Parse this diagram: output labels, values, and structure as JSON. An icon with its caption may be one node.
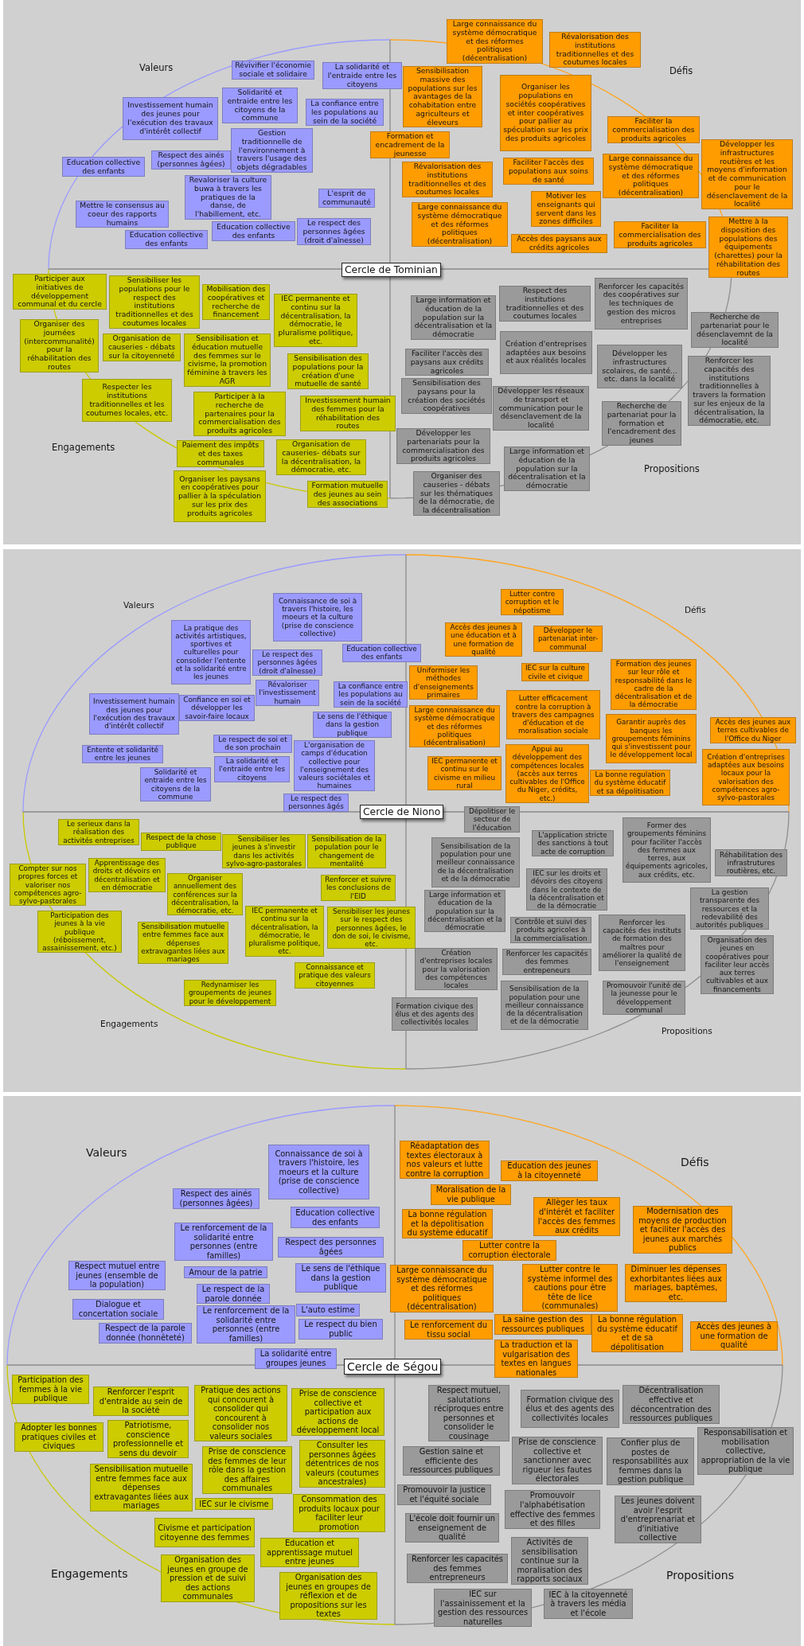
{
  "diagram": {
    "nodes": [
      {
        "text": [
          "Cercle de Tominian"
        ]
      },
      {
        "text": [
          "Révivifier l'économie sociale et solidaire"
        ]
      },
      {
        "text": [
          "La solidarité et l'entraide entre les citoyens"
        ]
      },
      {
        "text": [
          "Investissement humain des jeunes pour l'exécution des travaux d'intérêt collectif"
        ]
      },
      {
        "text": [
          "Solidarité et entraide entre les citoyens de la commune"
        ]
      },
      {
        "text": [
          "La confiance entre les populations au sein de la société"
        ]
      },
      {
        "text": [
          "Education collective des enfants"
        ]
      },
      {
        "text": [
          "Respect des ainés (personnes âgées)"
        ]
      },
      {
        "text": [
          "Gestion traditionnelle de l'environnement à travers l'usage des objets dégradables"
        ]
      },
      {
        "text": [
          "Revaloriser la culture buwa à travers les pratiques de la danse, de l'habillement, etc."
        ]
      },
      {
        "text": [
          "L'esprit de communauté"
        ]
      },
      {
        "text": [
          "Mettre le consensus au coeur des rapports humains"
        ]
      },
      {
        "text": [
          "Education collective des enfants"
        ]
      },
      {
        "text": [
          "Le respect des personnes âgées (droit d'aînesse)"
        ]
      },
      {
        "text": [
          "Education collective des enfants"
        ]
      },
      {
        "text": [
          "Large connaissance du système démocratique et des réformes politiques (décentralisation)"
        ]
      },
      {
        "text": [
          "Révalorisation des institutions traditionnelles et des coutumes locales"
        ]
      },
      {
        "text": [
          "Sensibilisation massive des populations sur les avantages de la cohabitation entre agriculteurs et éleveurs"
        ]
      },
      {
        "text": [
          "Organiser les populations en sociétés coopératives et inter coopératives pour pallier au spéculation sur les prix des produits agricoles"
        ]
      },
      {
        "text": [
          "Faciliter la commercialisation des produits agricoles"
        ]
      },
      {
        "text": [
          "Formation et encadrement de la jeunesse"
        ]
      },
      {
        "text": [
          "Révalorisation des institutions traditionnelles et des coutumes locales"
        ]
      },
      {
        "text": [
          "Faciliter l'accès des populations aux soins de santé"
        ]
      },
      {
        "text": [
          "Large connaissance du système démocratique et des réformes politiques (décentralisation)"
        ]
      },
      {
        "text": [
          "Développer les infrastructures routières et les moyens d'information et de communication pour le désenclavement de la localité"
        ]
      },
      {
        "text": [
          "Motiver les enseignants qui servent dans les zones difficiles"
        ]
      },
      {
        "text": [
          "Large connaissance du système démocratique et des réformes politiques (décentralisation)"
        ]
      },
      {
        "text": [
          "Accès des paysans aux crédits agricoles"
        ]
      },
      {
        "text": [
          "Faciliter la commercialisation des produits agricoles"
        ]
      },
      {
        "text": [
          "Mettre à la disposition des populations des équipements (charettes) pour la réhabilitation des routes"
        ]
      },
      {
        "text": [
          "Participer aux initiatives de développement communal et du cercle"
        ]
      },
      {
        "text": [
          "Sensibiliser les populations pour le respect des institutions traditionnelles et des coutumes locales"
        ]
      },
      {
        "text": [
          "Mobilisation des coopératives et recherche de financement"
        ]
      },
      {
        "text": [
          "IEC permanente et continu sur la décentralisation, la démocratie, le pluralisme politique, etc."
        ]
      },
      {
        "text": [
          "Organiser des journées (intercommunalité) pour la réhabilitation des routes"
        ]
      },
      {
        "text": [
          "Organisation de causeries - débats sur la citoyenneté"
        ]
      },
      {
        "text": [
          "Sensibilisation et éducation mutuelle des femmes sur le civisme, la promotion féminine à travers les AGR"
        ]
      },
      {
        "text": [
          "Sensibilisation des populations pour la création d'une mutuelle de santé"
        ]
      },
      {
        "text": [
          "Respecter les institutions traditionnelles et les coutumes locales, etc."
        ]
      },
      {
        "text": [
          "Participer à la recherche de partenaires pour la commercialisation des produits agricoles"
        ]
      },
      {
        "text": [
          "Investissement humain des femmes pour la réhabilitation des routes"
        ]
      },
      {
        "text": [
          "Paiement des impôts et des taxes communales"
        ]
      },
      {
        "text": [
          "Organisation de causeries- débats sur la décentralisation, la démocratie, etc."
        ]
      },
      {
        "text": [
          "Organiser les paysans en coopératives pour pallier à la spéculation sur les prix des produits agricoles"
        ]
      },
      {
        "text": [
          "Formation mutuelle des jeunes au sein des associations"
        ]
      },
      {
        "text": [
          "Large information et éducation de la population sur la décentralisation et la démocratie"
        ]
      },
      {
        "text": [
          "Respect des institutions traditionnelles et des coutumes locales"
        ]
      },
      {
        "text": [
          "Renforcer les capacités des coopératives sur les techniques de gestion des micros entreprises"
        ]
      },
      {
        "text": [
          "Recherche de partenariat pour le désenclavemnt de la localité"
        ]
      },
      {
        "text": [
          "Faciliter l'accès des paysans aux crédits agricoles"
        ]
      },
      {
        "text": [
          "Création d'entreprises adaptées aux besoins et aux réalités locales"
        ]
      },
      {
        "text": [
          "Développer les infrastructures scolaires, de santé... etc. dans la localité"
        ]
      },
      {
        "text": [
          "Renforcer les capacités des institutions traditionnelles à travers la formation sur les enjeux de la décentralisation, la démocratie, etc."
        ]
      },
      {
        "text": [
          "Sensibilisation des paysans pour la création des sociétés coopératives"
        ]
      },
      {
        "text": [
          "Développer les réseaux de transport et communication pour le désenclavement de la localité"
        ]
      },
      {
        "text": [
          "Recherche de partenariat pour la formation et l'encadrement des jeunes"
        ]
      },
      {
        "text": [
          "Développer les partenariats pour la commercialisation des produits agricoles"
        ]
      },
      {
        "text": [
          "Large information et éducation de la population sur la décentralisation et la démocratie"
        ]
      },
      {
        "text": [
          "Organiser des causeries - débats sur les thématiques de la démocratie, de la décentralisation"
        ]
      },
      {
        "text": [
          "Cercle de Niono"
        ]
      },
      {
        "text": [
          "Connaissance de soi à travers l'histoire, les moeurs et la culture (prise de conscience collective)"
        ]
      },
      {
        "text": [
          "La pratique des activités artistiques, sportives et culturelles pour consolider l'entente et la solidarité entre les jeunes"
        ]
      },
      {
        "text": [
          "Le respect des personnes âgées (droit d'aînesse)"
        ]
      },
      {
        "text": [
          "Education collective des enfants"
        ]
      },
      {
        "text": [
          "Investissement humain des jeunes pour l'exécution des travaux d'intérêt collectif"
        ]
      },
      {
        "text": [
          "Confiance en soi et développer les savoir-faire locaux"
        ]
      },
      {
        "text": [
          "Révaloriser l'investissement humain"
        ]
      },
      {
        "text": [
          "La confiance entre les populations au sein de la société"
        ]
      },
      {
        "text": [
          "Le sens de l'éthique dans la gestion publique"
        ]
      },
      {
        "text": [
          "Entente et solidarité entre les jeunes"
        ]
      },
      {
        "text": [
          "Le respect de soi et de son prochain"
        ]
      },
      {
        "text": [
          "L'organisation de camps d'éducation collective pour l'enseignement des valeurs sociétales et humaines"
        ]
      },
      {
        "text": [
          "Solidarité et entraide entre les citoyens de la commune"
        ]
      },
      {
        "text": [
          "La solidarité et l'entraide entre les citoyens"
        ]
      },
      {
        "text": [
          "Le respect des personnes âgés"
        ]
      },
      {
        "text": [
          "Lutter contre corruption et le népotisme"
        ]
      },
      {
        "text": [
          "Accès des jeunes à une éducation et à une formation de qualité"
        ]
      },
      {
        "text": [
          "Développer le partenariat inter-communal"
        ]
      },
      {
        "text": [
          "Uniformiser les méthodes d'enseignements primaires"
        ]
      },
      {
        "text": [
          "IEC sur la culture civile et civique"
        ]
      },
      {
        "text": [
          "Formation des jeunes sur leur rôle et responsabilité dans le cadre de la décentralisation et de la démocratie"
        ]
      },
      {
        "text": [
          "Large connaissance du système démocratique et des réformes politiques (décentralisation)"
        ]
      },
      {
        "text": [
          "Lutter efficacement contre la corruption à travers des campagnes d'éducation et de moralisation sociale"
        ]
      },
      {
        "text": [
          "Garantir auprès des banques les groupements féminins qui s'investissent pour le développement local"
        ]
      },
      {
        "text": [
          "Accès des jeunes aux terres cultivables de l'Office du Niger"
        ]
      },
      {
        "text": [
          "IEC permanente et continu sur le civisme en milieu rural"
        ]
      },
      {
        "text": [
          "Appui au développement des compétences locales (accès aux terres cultivables de l'Office du Niger, crédits, etc.)"
        ]
      },
      {
        "text": [
          "La bonne regulation du système éducatif et sa dépolitisation"
        ]
      },
      {
        "text": [
          "Création d'entreprises adaptées aux besoins locaux pour la valorisation des compétences agro-sylvo-pastorales"
        ]
      },
      {
        "text": [
          "Le serieux dans la réalisation des activités entreprises"
        ]
      },
      {
        "text": [
          "Respect de la chose publique"
        ]
      },
      {
        "text": [
          "Sensibiliser les jeunes à s'investir dans les activités sylvo-agro-pastorales"
        ]
      },
      {
        "text": [
          "Sensibilisation de la population pour le changement de mentalité"
        ]
      },
      {
        "text": [
          "Compter sur nos propres forces et valoriser nos compétences agro-sylvo-pastorales"
        ]
      },
      {
        "text": [
          "Apprentissage des droits et dévoirs en décentralisation et en démocratie"
        ]
      },
      {
        "text": [
          "Organiser annuellement des conférences sur la décentralisation, la démocratie, etc."
        ]
      },
      {
        "text": [
          "Renforcer et suivre les conclusions de l'EID"
        ]
      },
      {
        "text": [
          "Participation des jeunes à la vie publique (réboissement, assainissement, etc.)"
        ]
      },
      {
        "text": [
          "Sensibilisation mutuelle entre femmes face aux dépenses extravagantes liées aux mariages"
        ]
      },
      {
        "text": [
          "IEC permanente et continu sur la décentralisation, la démocratie, le pluralisme politique, etc."
        ]
      },
      {
        "text": [
          "Sensibiliser les jeunes sur le respect des personnes âgées, le don de soi, le civisme, etc."
        ]
      },
      {
        "text": [
          "Connaissance et pratique des valeurs citoyennes"
        ]
      },
      {
        "text": [
          "Redynamiser les groupements de jeunes pour le développement"
        ]
      },
      {
        "text": [
          "Dépolitiser le secteur de l'éducation"
        ]
      },
      {
        "text": [
          "L'application stricte des sanctions à tout acte de corruption"
        ]
      },
      {
        "text": [
          "Former des groupements féminins pour faciliter l'accès des femmes aux terres, aux équipements agricoles, aux crédits, etc."
        ]
      },
      {
        "text": [
          "Sensibilisation de la population pour une meilleur connaissance de la décentralisation et de la démocratie"
        ]
      },
      {
        "text": [
          "Réhabilitation des infrastrutures routières, etc."
        ]
      },
      {
        "text": [
          "IEC sur les droits et dévoirs des citoyens dans le contexte de la décentralisation et de la démocratie"
        ]
      },
      {
        "text": [
          "Large information et éducation de la population sur la décentralisation et la démocratie"
        ]
      },
      {
        "text": [
          "La gestion transparente des ressources et la redevabilité des autorités publiques"
        ]
      },
      {
        "text": [
          "Contrôle et suivi des produits agricoles à la commercialisation"
        ]
      },
      {
        "text": [
          "Renforcer les capacités des instituts de formation des maîtres pour améliorer la qualité de l'enseignement"
        ]
      },
      {
        "text": [
          "Organisation des jeunes en coopératives pour faciliter leur accès aux terres cultivables et aux financements"
        ]
      },
      {
        "text": [
          "Création d'entreprises locales pour la valorisation des compétences locales"
        ]
      },
      {
        "text": [
          "Renforcer les capacités des femmes entrepeneurs"
        ]
      },
      {
        "text": [
          "Sensibilisation de la population pour une meilleur connaissance de la décentralisation et de la démocratie"
        ]
      },
      {
        "text": [
          "Promouvoir l'unité de la jeunesse pour le développement communal"
        ]
      },
      {
        "text": [
          "Formation civique des élus et des agents des collectivités locales"
        ]
      },
      {
        "text": [
          "Cercle de Ségou"
        ]
      },
      {
        "text": [
          "Connaissance de soi à travers l'histoire, les moeurs et la culture (prise de conscience collective)"
        ]
      },
      {
        "text": [
          "Respect des ainés (personnes âgées)"
        ]
      },
      {
        "text": [
          "Education collective des enfants"
        ]
      },
      {
        "text": [
          "Le renforcement de la solidarité entre personnes (entre familles)"
        ]
      },
      {
        "text": [
          "Respect des personnes âgées"
        ]
      },
      {
        "text": [
          "Respect mutuel entre jeunes (ensemble de la population)"
        ]
      },
      {
        "text": [
          "Amour de la patrie"
        ]
      },
      {
        "text": [
          "Le sens de l'éthique dans la gestion publique"
        ]
      },
      {
        "text": [
          "Le respect de la parole donnée"
        ]
      },
      {
        "text": [
          "Dialogue et concertation sociale"
        ]
      },
      {
        "text": [
          "Le renforcement de la solidarité entre personnes (entre familles)"
        ]
      },
      {
        "text": [
          "L'auto estime"
        ]
      },
      {
        "text": [
          "Le respect du bien public"
        ]
      },
      {
        "text": [
          "Respect de la parole donnée (honnêteté)"
        ]
      },
      {
        "text": [
          "La solidarité entre groupes jeunes"
        ]
      },
      {
        "text": [
          "Réadaptation des textes électoraux à nos valeurs et lutte contre la corruption"
        ]
      },
      {
        "text": [
          "Education des jeunes à la citoyenneté"
        ]
      },
      {
        "text": [
          "Moralisation de la vie publique"
        ]
      },
      {
        "text": [
          "Allèger les taux d'intérêt et faciliter l'accès des femmes aux crédits"
        ]
      },
      {
        "text": [
          "Modernisation des moyens de production et faciliter l'accès des jeunes aux marchés publics"
        ]
      },
      {
        "text": [
          "La bonne régulation et la dépolitisation du système éducatif"
        ]
      },
      {
        "text": [
          "Lutter contre la corruption électorale"
        ]
      },
      {
        "text": [
          "Large connaissance du système démocratique et des réformes politiques (décentralisation)"
        ]
      },
      {
        "text": [
          "Lutter contre le système informel des cautions pour être tête de lice (communales)"
        ]
      },
      {
        "text": [
          "Diminuer les dépenses exhorbitantes liées aux mariages, baptêmes, etc."
        ]
      },
      {
        "text": [
          "La saine gestion des ressources publiques"
        ]
      },
      {
        "text": [
          "La bonne régulation du système éducatif et de sa dépolitisation"
        ]
      },
      {
        "text": [
          "Le renforcement du tissu social"
        ]
      },
      {
        "text": [
          "Accès des jeunes à une formation de qualité"
        ]
      },
      {
        "text": [
          "La traduction et la vulgarisation des textes en langues nationales"
        ]
      },
      {
        "text": [
          "Participation des femmes à la vie publique"
        ]
      },
      {
        "text": [
          "Renforcer l'esprit d'entraide au sein de la société"
        ]
      },
      {
        "text": [
          "Pratique des actions qui concourent à consolider qui concourent à consolider nos valeurs sociales"
        ]
      },
      {
        "text": [
          "Prise de conscience collective et participation aux actions de développement local"
        ]
      },
      {
        "text": [
          "Adopter les bonnes pratiques civiles et civiques"
        ]
      },
      {
        "text": [
          "Patriotisme, conscience professionnelle et sens du devoir"
        ]
      },
      {
        "text": [
          "Prise de conscience des femmes de leur rôle dans la gestion des affaires communales"
        ]
      },
      {
        "text": [
          "Consulter les personnes âgées détentrices de nos valeurs (coutumes ancestrales)"
        ]
      },
      {
        "text": [
          "Sensibilisation mutuelle entre femmes face aux dépenses extravagantes liées aux mariages"
        ]
      },
      {
        "text": [
          "IEC sur le civisme"
        ]
      },
      {
        "text": [
          "Consommation des produits locaux pour faciliter leur promotion"
        ]
      },
      {
        "text": [
          "Civisme et participation citoyenne des femmes"
        ]
      },
      {
        "text": [
          "Education et apprentissage mutuel entre jeunes"
        ]
      },
      {
        "text": [
          "Organisation des jeunes en groupe de pression et de suivi des actions communales"
        ]
      },
      {
        "text": [
          "Organisation des jeunes en groupes de réflexion et de propositions sur les textes"
        ]
      },
      {
        "text": [
          "Respect mutuel, salutations réciproques entre personnes et consolider le cousinage"
        ]
      },
      {
        "text": [
          "Formation civique des élus et des agents des collectivités locales"
        ]
      },
      {
        "text": [
          "Décentralisation effective et déconcentration des ressources publiques"
        ]
      },
      {
        "text": [
          "Gestion saine et efficiente des ressources publiques"
        ]
      },
      {
        "text": [
          "Prise de conscience collective et sanctionner avec rigueur les fautes électorales"
        ]
      },
      {
        "text": [
          "Confier plus de postes de responsabilités aux femmes dans la gestion publique"
        ]
      },
      {
        "text": [
          "Responsabilisation et mobilisation collective, appropriation de la vie publique"
        ]
      },
      {
        "text": [
          "Promouvoir la justice et l'équité sociale"
        ]
      },
      {
        "text": [
          "Promouvoir l'alphabétisation effective des femmes et des filles"
        ]
      },
      {
        "text": [
          "Les jeunes doivent avoir l'esprit d'entreprenariat et d'initiative collective"
        ]
      },
      {
        "text": [
          "L'école doit fournir un enseignement de qualité"
        ]
      },
      {
        "text": [
          "Activités de sensibilisation continue sur la moralisation des rapports sociaux"
        ]
      },
      {
        "text": [
          "Renforcer les capacités des femmes entrepreneurs"
        ]
      },
      {
        "text": [
          "IEC sur l'assainissement et la gestion des ressources naturelles"
        ]
      },
      {
        "text": [
          "IEC à la citoyenneté à travers les média et l'école"
        ]
      }
    ],
    "labels": [
      "Valeurs",
      "Défis",
      "Engagements",
      "Propositions",
      "Valeurs",
      "Défis",
      "Engagements",
      "Propositions",
      "Valeurs",
      "Défis",
      "Engagements",
      "Propositions"
    ]
  }
}
